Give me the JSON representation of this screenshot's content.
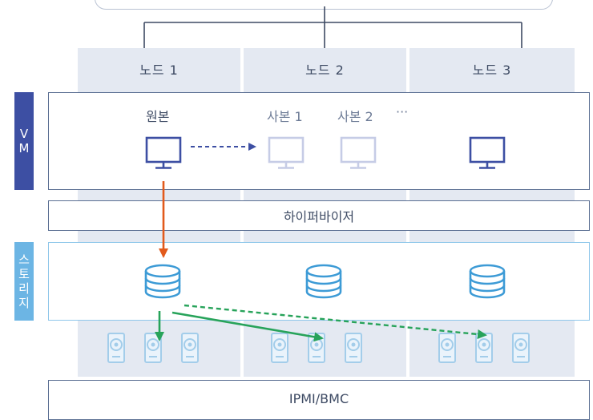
{
  "nodes": [
    "노드 1",
    "노드 2",
    "노드 3"
  ],
  "side_tabs": {
    "vm": [
      "V",
      "M"
    ],
    "storage": [
      "스",
      "토",
      "리",
      "지"
    ]
  },
  "vm": {
    "original": "원본",
    "replica1": "사본 1",
    "replica2": "사본 2",
    "ellipsis": "···"
  },
  "hypervisor": "하이퍼바이저",
  "ipmi": "IPMI/BMC",
  "colors": {
    "navy": "#3d4fa3",
    "light_blue": "#6cb5e4",
    "orange": "#e25a1c",
    "green": "#27a35a",
    "column_bg": "#e4e9f2"
  }
}
